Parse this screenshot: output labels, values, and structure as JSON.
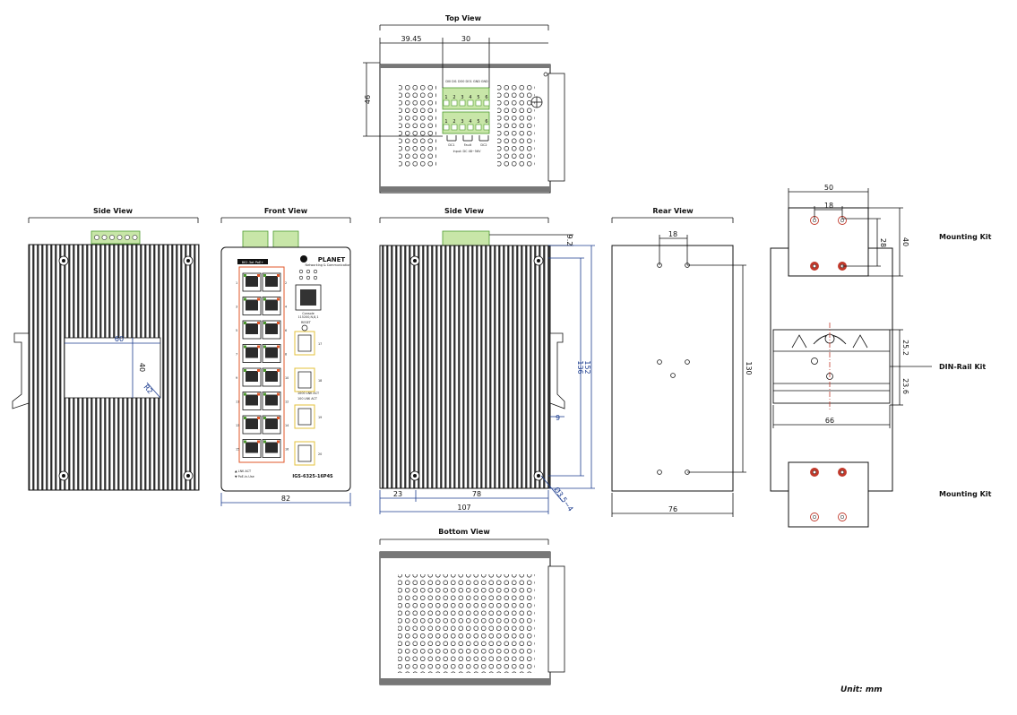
{
  "titles": {
    "top": "Top View",
    "side_left": "Side View",
    "front": "Front View",
    "side_right": "Side View",
    "rear": "Rear View",
    "bottom": "Bottom View"
  },
  "labels": {
    "mounting_kit_top": "Mounting Kit",
    "din_rail_kit": "DIN-Rail Kit",
    "mounting_kit_bottom": "Mounting Kit",
    "unit": "Unit: mm"
  },
  "top_view": {
    "dim_left": "39.45",
    "dim_right": "30",
    "dim_height": "46",
    "terminal_header": "DI0 DI1 DO0 DO1 GND GND",
    "terminal_numbers": [
      "1",
      "2",
      "3",
      "4",
      "5",
      "6"
    ],
    "terminal_captions": [
      "DC1",
      "Fault",
      "DC2"
    ],
    "input_caption": "Input: DC 48~56V"
  },
  "side_left": {
    "dim_width": "60",
    "dim_height": "40",
    "dim_diag": "R2"
  },
  "front_view": {
    "brand": "PLANET",
    "brand_sub": "Networking & Communication",
    "poe_label": "802.3at PoE+",
    "model": "IGS-6325-16P4S",
    "console_label": "Console",
    "console_sub": "115200,N,8,1",
    "reset_label": "RESET",
    "port_numbers_left": [
      "1",
      "3",
      "5",
      "7",
      "9",
      "11",
      "13",
      "15"
    ],
    "port_numbers_right": [
      "2",
      "4",
      "6",
      "8",
      "10",
      "12",
      "14",
      "16"
    ],
    "sfp_numbers": [
      "17",
      "18",
      "19",
      "20"
    ],
    "legend_1": "▲ LNK  ACT",
    "legend_2": "▼ PoE-in-Use",
    "sfp_legend_1": "1000  LNK  ACT",
    "sfp_legend_2": "100  LNK  ACT",
    "dim_width": "82"
  },
  "side_right": {
    "dim_top": "9.2",
    "dim_h1": "152",
    "dim_h2": "136",
    "dim_side": "9",
    "dim_hole": "Ø3.5~4",
    "dim_a": "23",
    "dim_b": "78",
    "dim_total": "107"
  },
  "rear_view": {
    "dim_top": "18",
    "dim_height": "130",
    "dim_width": "76"
  },
  "kit": {
    "dim_top_w": "50",
    "dim_top_inner": "18",
    "dim_top_h1": "28",
    "dim_top_h2": "40",
    "dim_rail_1": "25.2",
    "dim_rail_2": "23.6",
    "dim_rail_w": "66"
  }
}
